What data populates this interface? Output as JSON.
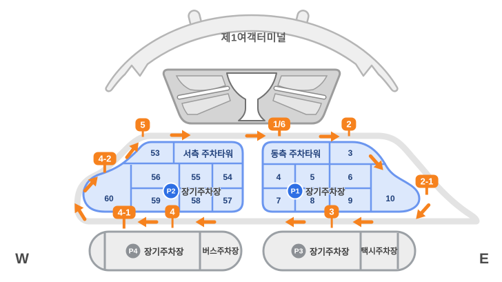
{
  "terminal": {
    "name": "제1여객터미널"
  },
  "compass": {
    "west": "W",
    "east": "E"
  },
  "gates": {
    "g5": "5",
    "g1_6": "1/6",
    "g2": "2",
    "g4_2": "4-2",
    "g4_1": "4-1",
    "g4": "4",
    "g3": "3",
    "g2_1": "2-1"
  },
  "west_lot": {
    "tower": "서측 주차타워",
    "p": "P2",
    "label": "장기주차장",
    "cells": {
      "c53": "53",
      "c54": "54",
      "c55": "55",
      "c56": "56",
      "c57": "57",
      "c58": "58",
      "c59": "59",
      "c60": "60"
    }
  },
  "east_lot": {
    "tower": "동측 주차타워",
    "p": "P1",
    "label": "장기주차장",
    "cells": {
      "c3": "3",
      "c4": "4",
      "c5": "5",
      "c6": "6",
      "c7": "7",
      "c8": "8",
      "c9": "9",
      "c10": "10"
    }
  },
  "south": {
    "p4": {
      "p": "P4",
      "label": "장기주차장",
      "sub": "버스주차장"
    },
    "p3": {
      "p": "P3",
      "label": "장기주차장",
      "sub": "택시주차장"
    }
  },
  "colors": {
    "accent_orange": "#F6821E",
    "parking_badge_blue": "#2E6FE4",
    "lot_fill": "#DCE8FC",
    "lot_border": "#6B96EF",
    "road_gray": "#E3E3E3",
    "text_navy": "#20407A"
  }
}
